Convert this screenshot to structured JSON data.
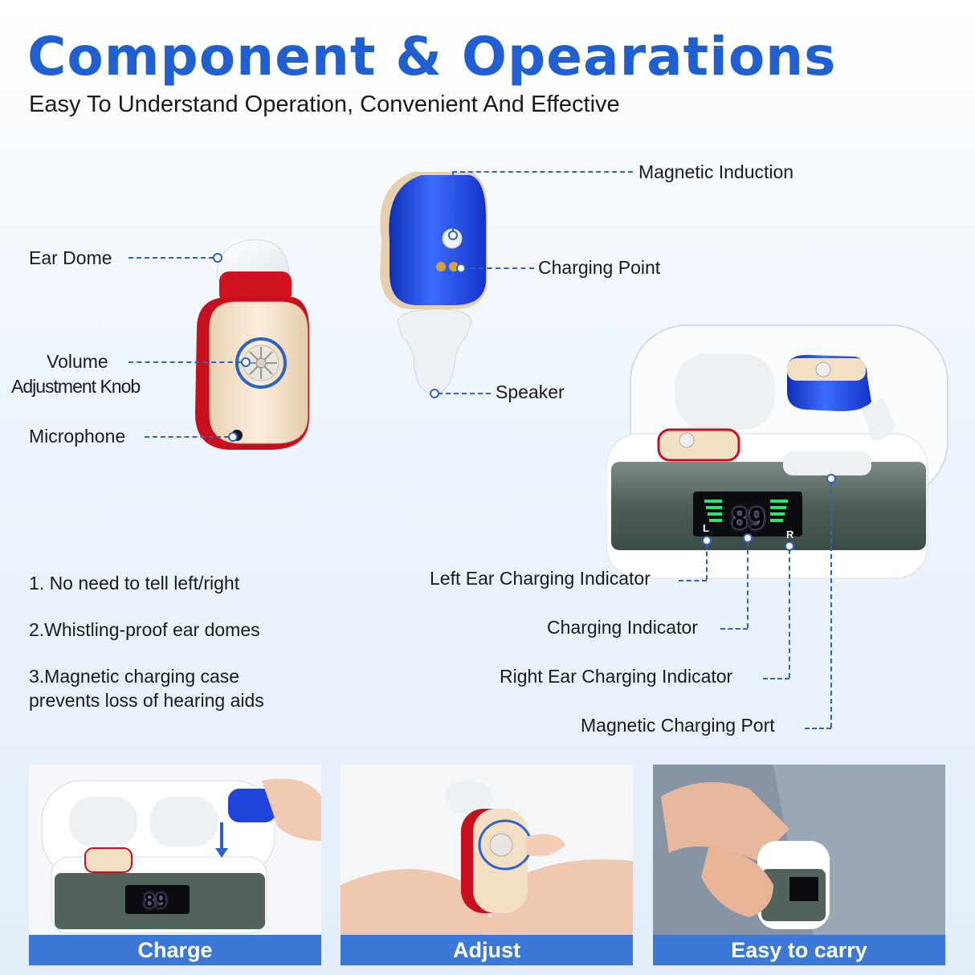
{
  "header": {
    "title": "Component & Opearations",
    "subtitle": "Easy To Understand Operation, Convenient And Effective"
  },
  "labels": {
    "ear_dome": "Ear Dome",
    "volume_line1": "Volume",
    "volume_line2": "Adjustment Knob",
    "microphone": "Microphone",
    "magnetic_induction": "Magnetic Induction",
    "charging_point": "Charging Point",
    "speaker": "Speaker",
    "left_ear_indicator": "Left Ear Charging Indicator",
    "charging_indicator": "Charging Indicator",
    "right_ear_indicator": "Right Ear Charging Indicator",
    "magnetic_port": "Magnetic Charging Port"
  },
  "features": {
    "f1": "1. No need to tell left/right",
    "f2": "2.Whistling-proof ear domes",
    "f3_line1": "3.Magnetic charging case",
    "f3_line2": "prevents loss of hearing aids"
  },
  "display": {
    "digits": "89",
    "left": "L",
    "right": "R"
  },
  "panels": {
    "charge": "Charge",
    "adjust": "Adjust",
    "carry": "Easy to carry"
  },
  "colors": {
    "accent": "#1f5fd1",
    "callout": "#2b63c9",
    "caption_bg": "#3b78d8",
    "aid_blue": "#1a3fd6",
    "aid_red": "#d3121f",
    "aid_gold": "#f1dcc0",
    "case_green": "#55675f"
  }
}
